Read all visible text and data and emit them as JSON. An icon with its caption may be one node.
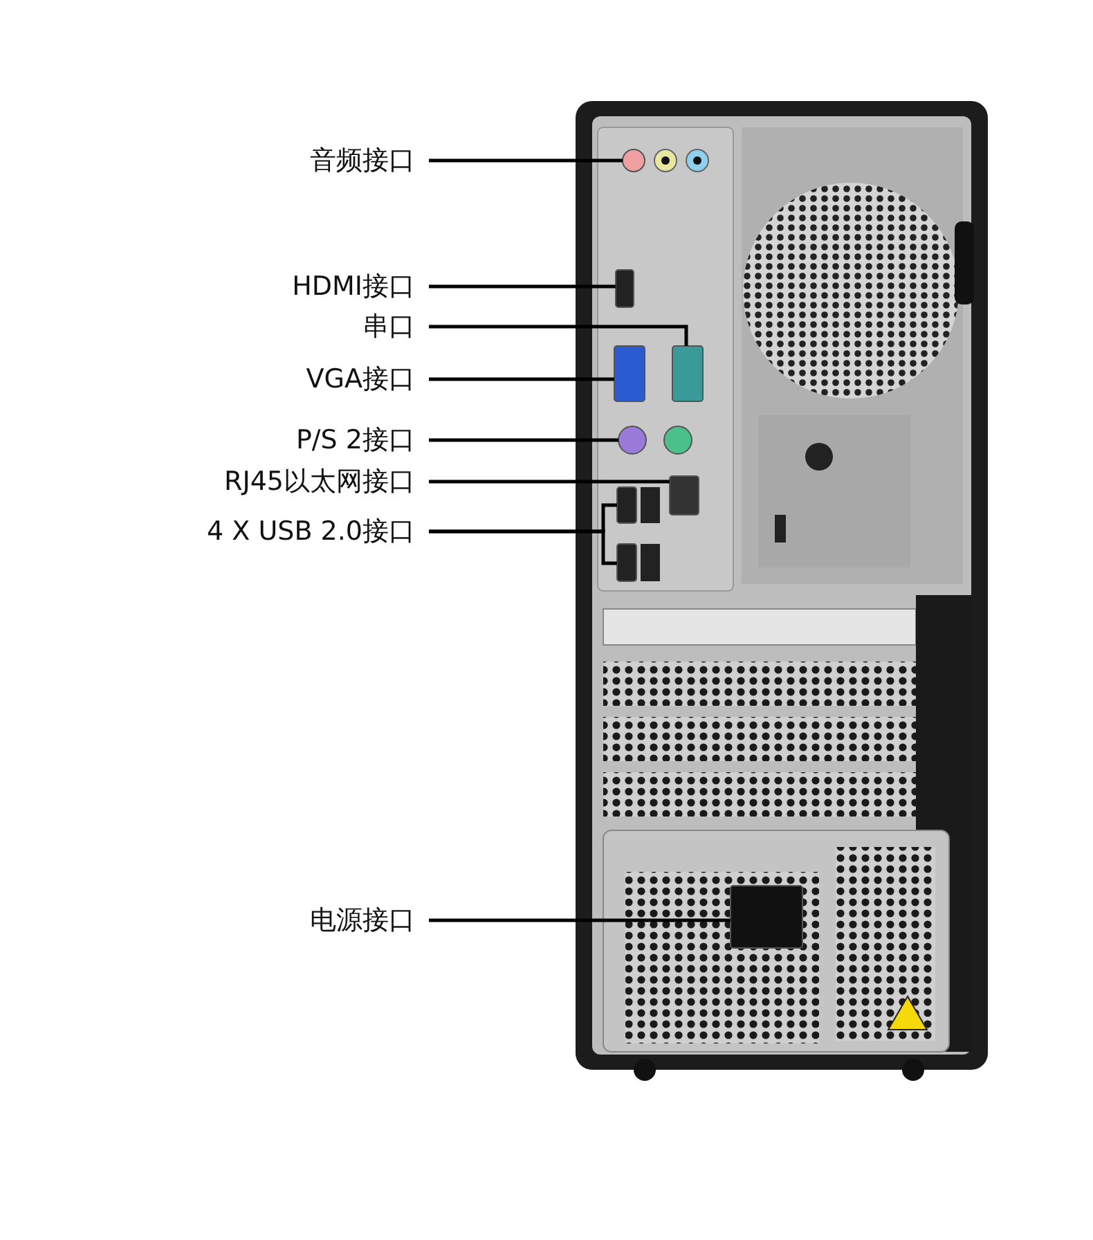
{
  "diagram": {
    "nodes": [
      {
        "text": [
          "音频接口"
        ]
      },
      {
        "text": [
          "HDMI接口"
        ]
      },
      {
        "text": [
          "串口"
        ]
      },
      {
        "text": [
          "VGA接口"
        ]
      },
      {
        "text": [
          "P/S 2接口"
        ]
      },
      {
        "text": [
          "RJ45以太网接口"
        ]
      },
      {
        "text": [
          "4 X USB 2.0接口"
        ]
      },
      {
        "text": [
          "电源接口"
        ]
      },
      {
        "text": [],
        "shape": "circle"
      },
      {
        "text": [],
        "shape": "box"
      },
      {
        "text": [],
        "shape": "box"
      },
      {
        "text": [],
        "shape": "box"
      },
      {
        "text": [],
        "shape": "circle"
      },
      {
        "text": [],
        "shape": "box"
      },
      {
        "text": [],
        "shape": "box"
      },
      {
        "text": [],
        "shape": "box"
      },
      {
        "text": [],
        "shape": "box"
      }
    ],
    "edges": [
      {
        "from": 0,
        "to": 8,
        "arrow": "none"
      },
      {
        "from": 1,
        "to": 9,
        "arrow": "none"
      },
      {
        "from": 2,
        "to": 10,
        "arrow": "none"
      },
      {
        "from": 3,
        "to": 11,
        "arrow": "none"
      },
      {
        "from": 4,
        "to": 12,
        "arrow": "none"
      },
      {
        "from": 5,
        "to": 13,
        "arrow": "none"
      },
      {
        "from": 6,
        "to": 14,
        "arrow": "none"
      },
      {
        "from": 6,
        "to": 15,
        "arrow": "none"
      },
      {
        "from": 7,
        "to": 16,
        "arrow": "none"
      }
    ]
  }
}
